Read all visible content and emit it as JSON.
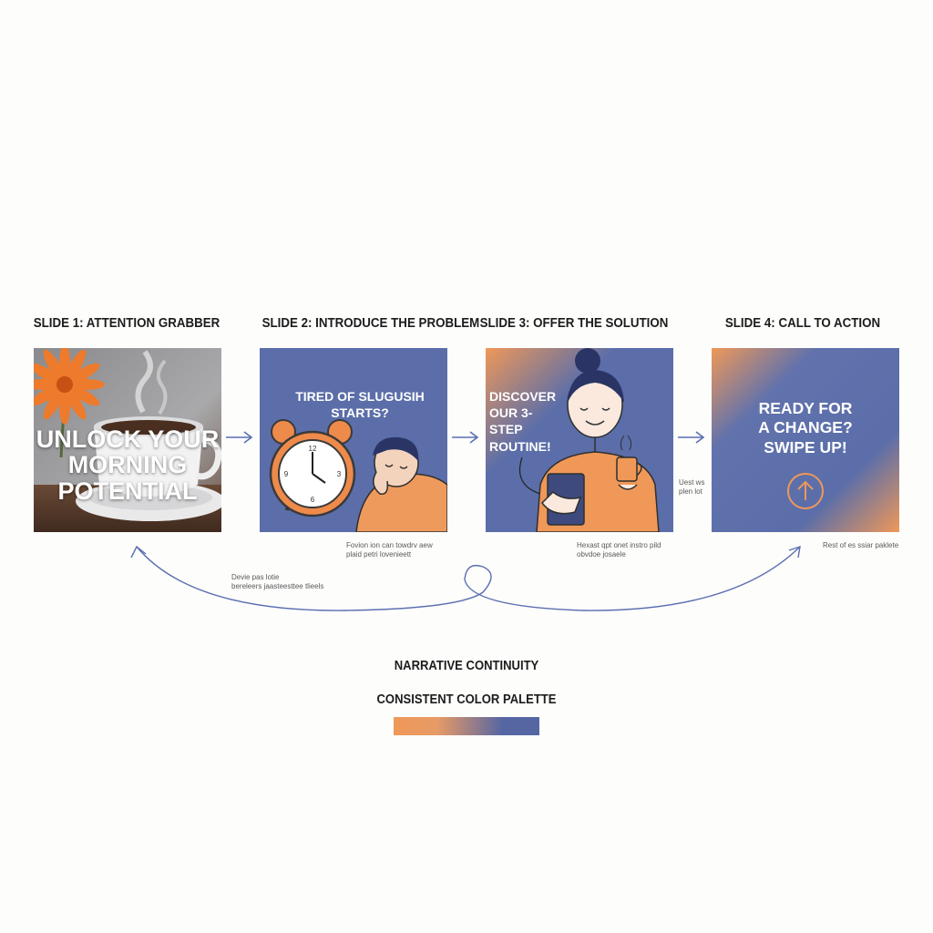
{
  "slides": [
    {
      "title": "SLIDE 1: ATTENTION GRABBER",
      "text": "UNLOCK YOUR\nMORNING\nPOTENTIAL"
    },
    {
      "title": "SLIDE 2: INTRODUCE THE PROBLEM",
      "text": "TIRED OF SLUGUSIH\nSTARTS?"
    },
    {
      "title": "SLIDE 3: OFFER THE SOLUTION",
      "text": "DISCOVER\nOUR 3-STEP\nROUTINE!"
    },
    {
      "title": "SLIDE 4: CALL TO ACTION",
      "text": "READY FOR\nA CHANGE?\nSWIPE UP!"
    }
  ],
  "notes": {
    "between_3_4": "Uest ws\nplen lot",
    "under_2": "Fovion ion can towdrv aew\nplaid petri lovenieett",
    "under_3": "Hexast qpt onet instro pild\nobvdoe josaele",
    "under_4": "Rest of es ssiar paklete",
    "loop": "Devie pas lotie\nbereleers jaasteesttee tlieels"
  },
  "footer": {
    "continuity": "NARRATIVE CONTINUITY",
    "palette": "CONSISTENT COLOR PALETTE"
  },
  "palette": {
    "orange": "#ef9858",
    "blue": "#5566a3"
  },
  "icons": [
    "flower-icon",
    "coffee-cup-icon",
    "alarm-clock-icon",
    "sleepy-person-icon",
    "smiling-woman-icon",
    "up-arrow-circle-icon"
  ]
}
